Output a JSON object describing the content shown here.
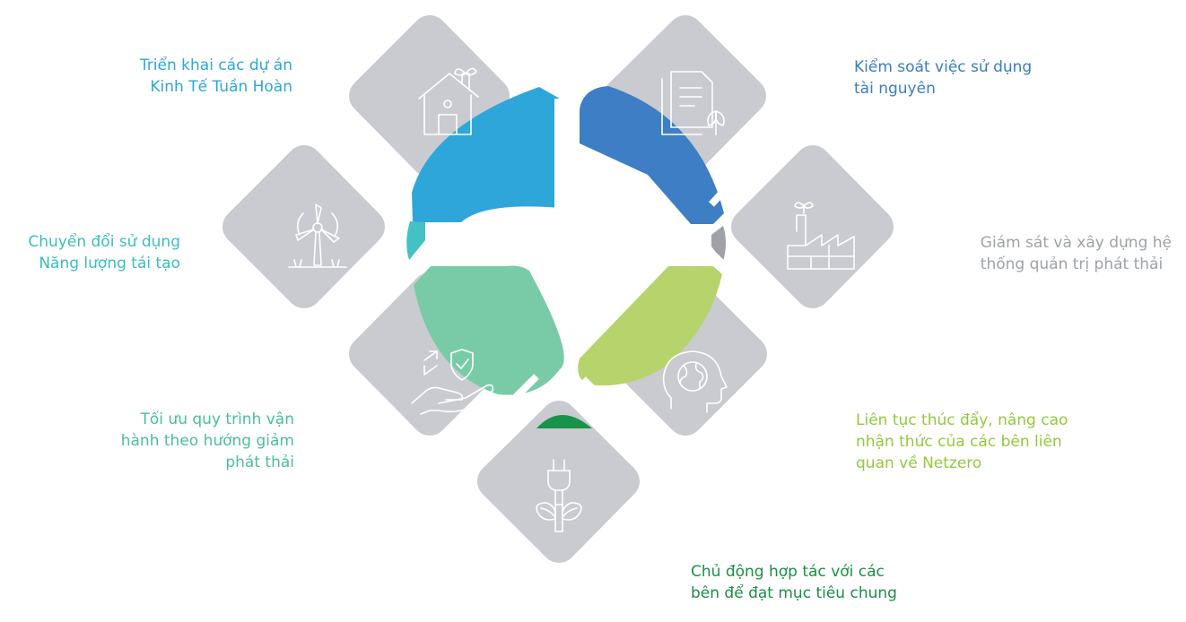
{
  "colors": {
    "tile": "#c9cbd0",
    "background": "#ffffff",
    "icon": "#ffffff"
  },
  "items": [
    {
      "id": "circular-economy",
      "icon": "house-plant-icon",
      "lines": [
        "Triển khai các dự án",
        "Kinh Tế Tuần Hoàn"
      ],
      "color": "#2fa6d9",
      "arc_color": "#2fa6d9"
    },
    {
      "id": "resource-control",
      "icon": "document-leaf-icon",
      "lines": [
        "Kiểm soát việc sử dụng",
        "tài nguyên"
      ],
      "color": "#3b7cc4",
      "arc_color": "#3d7ec5"
    },
    {
      "id": "renewable-energy",
      "icon": "wind-turbine-icon",
      "lines": [
        "Chuyển đổi sử dụng",
        "Năng lượng tái tạo"
      ],
      "color": "#3bbcc4",
      "arc_color": "#45c1c4"
    },
    {
      "id": "emission-governance",
      "icon": "factory-plant-icon",
      "lines": [
        "Giám sát và xây dựng hệ",
        "thống quản trị phát thải"
      ],
      "color": "#9ea3a8",
      "arc_color": "#9ea3a8"
    },
    {
      "id": "process-optimization",
      "icon": "hand-shield-icon",
      "lines": [
        "Tối ưu quy trình vận",
        "hành  theo hướng giảm",
        "phát thải"
      ],
      "color": "#4bbf97",
      "arc_color": "#79cba8"
    },
    {
      "id": "netzero-awareness",
      "icon": "head-globe-icon",
      "lines": [
        "Liên tục thúc đẩy, nâng cao",
        "nhận thức của các bên liên",
        "quan về Netzero"
      ],
      "color": "#93c83e",
      "arc_color": "#b6d46b"
    },
    {
      "id": "partnership",
      "icon": "plug-leaf-icon",
      "lines": [
        "Chủ động hợp tác với các",
        "bên để đạt mục tiêu chung"
      ],
      "color": "#1a8f45",
      "arc_color": "#17944a"
    }
  ]
}
